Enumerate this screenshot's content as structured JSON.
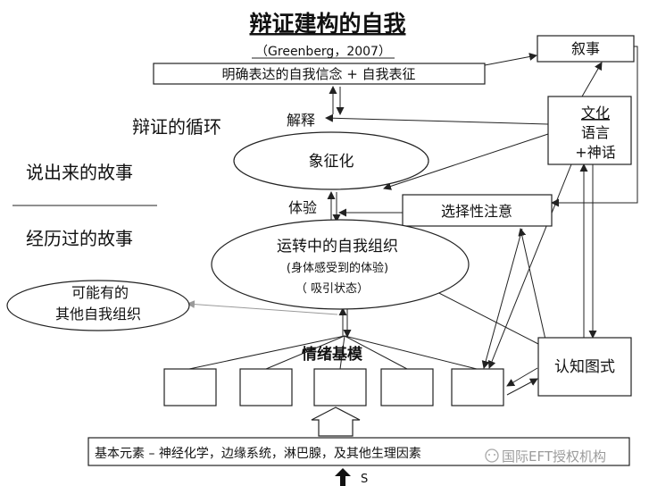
{
  "title": "辩证建构的自我",
  "citation": "（Greenberg，2007）",
  "top_belief": "明确表达的自我信念 + 自我表征",
  "narrative": "叙事",
  "culture": {
    "title": "文化",
    "line1": "语言",
    "line2": "+神话"
  },
  "interpret": "解释",
  "dialectic_cycle": "辩证的循环",
  "story_told": "说出来的故事",
  "story_lived": "经历过的故事",
  "symbolize": "象征化",
  "experience": "体验",
  "selective_attention": "选择性注意",
  "operating_self": {
    "line1": "运转中的自我组织",
    "line2": "(身体感受到的体验)",
    "line3": "（ 吸引状态）"
  },
  "possible_self": {
    "line1": "可能有的",
    "line2": "其他自我组织"
  },
  "emotion_schemes": "情绪基模",
  "cognitive_schema": "认知图式",
  "basic_elements": "基本元素  –  神经化学，边缘系统，淋巴腺，及其他生理因素",
  "stimulus": "S",
  "watermark": "国际EFT授权机构",
  "colors": {
    "ink": "#111111",
    "line": "#222222",
    "light_line": "#9a9a9a",
    "watermark": "#9a9a9a"
  }
}
